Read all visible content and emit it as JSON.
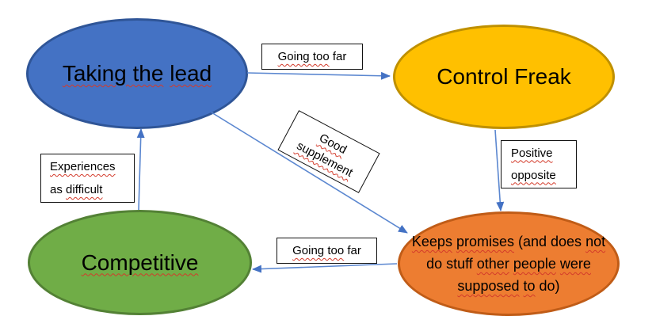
{
  "diagram": {
    "colors": {
      "connector": "#5b87d0",
      "arrowhead": "#4472c4",
      "squiggle": "#d33a2a",
      "label_background": "#ffffff",
      "label_border": "#111111"
    },
    "nodes": [
      {
        "id": "taking-the-lead",
        "fill": "#4472c4",
        "border": "#2f5597",
        "lines": [
          [
            {
              "t": "Taking the",
              "sq": true
            },
            {
              "t": " "
            },
            {
              "t": "lead",
              "sq": true
            }
          ]
        ]
      },
      {
        "id": "control-freak",
        "fill": "#ffc000",
        "border": "#bf9000",
        "lines": [
          [
            {
              "t": "Control Freak"
            }
          ]
        ]
      },
      {
        "id": "competitive",
        "fill": "#70ad47",
        "border": "#538135",
        "lines": [
          [
            {
              "t": "Competitive",
              "sq": true
            }
          ]
        ]
      },
      {
        "id": "keeps-promises",
        "fill": "#ed7d31",
        "border": "#c05c17",
        "lines": [
          [
            {
              "t": "Keeps",
              "sq": true
            },
            {
              "t": " "
            },
            {
              "t": "promises",
              "sq": true
            },
            {
              "t": " (and does "
            },
            {
              "t": "not",
              "sq": true
            }
          ],
          [
            {
              "t": "do stuff "
            },
            {
              "t": "other",
              "sq": true
            },
            {
              "t": " "
            },
            {
              "t": "people",
              "sq": true
            },
            {
              "t": " "
            },
            {
              "t": "were",
              "sq": true
            }
          ],
          [
            {
              "t": "supposed",
              "sq": true
            },
            {
              "t": " "
            },
            {
              "t": "to",
              "sq": true
            },
            {
              "t": " do)"
            }
          ]
        ]
      }
    ],
    "labels": [
      {
        "id": "going-too-far-top",
        "lines": [
          [
            {
              "t": "Going too",
              "sq": true
            },
            {
              "t": " far"
            }
          ]
        ]
      },
      {
        "id": "good-supplement",
        "lines": [
          [
            {
              "t": "Good",
              "sq": true
            }
          ],
          [
            {
              "t": "supplement",
              "sq": true
            }
          ]
        ]
      },
      {
        "id": "positive-opposite",
        "lines": [
          [
            {
              "t": "Positive",
              "sq": true
            }
          ],
          [
            {
              "t": "opposite",
              "sq": true
            }
          ]
        ]
      },
      {
        "id": "experiences-as-difficult",
        "lines": [
          [
            {
              "t": "Experiences",
              "sq": true
            }
          ],
          [
            {
              "t": "as "
            },
            {
              "t": "difficult",
              "sq": true
            }
          ]
        ]
      },
      {
        "id": "going-too-far-bottom",
        "lines": [
          [
            {
              "t": "Going too",
              "sq": true
            },
            {
              "t": " far"
            }
          ]
        ]
      }
    ],
    "connectors": [
      {
        "id": "lead-to-control-freak",
        "from": "Taking the lead",
        "to": "Control Freak",
        "label": "Going too far"
      },
      {
        "id": "control-freak-to-keeps",
        "from": "Control Freak",
        "to": "Keeps promises",
        "label": "Positive opposite"
      },
      {
        "id": "keeps-to-competitive",
        "from": "Keeps promises",
        "to": "Competitive",
        "label": "Going too far"
      },
      {
        "id": "competitive-to-lead",
        "from": "Competitive",
        "to": "Taking the lead",
        "label": "Experiences as difficult"
      },
      {
        "id": "lead-to-keeps-diagonal",
        "from": "Taking the lead",
        "to": "Keeps promises",
        "label": "Good supplement"
      }
    ]
  }
}
